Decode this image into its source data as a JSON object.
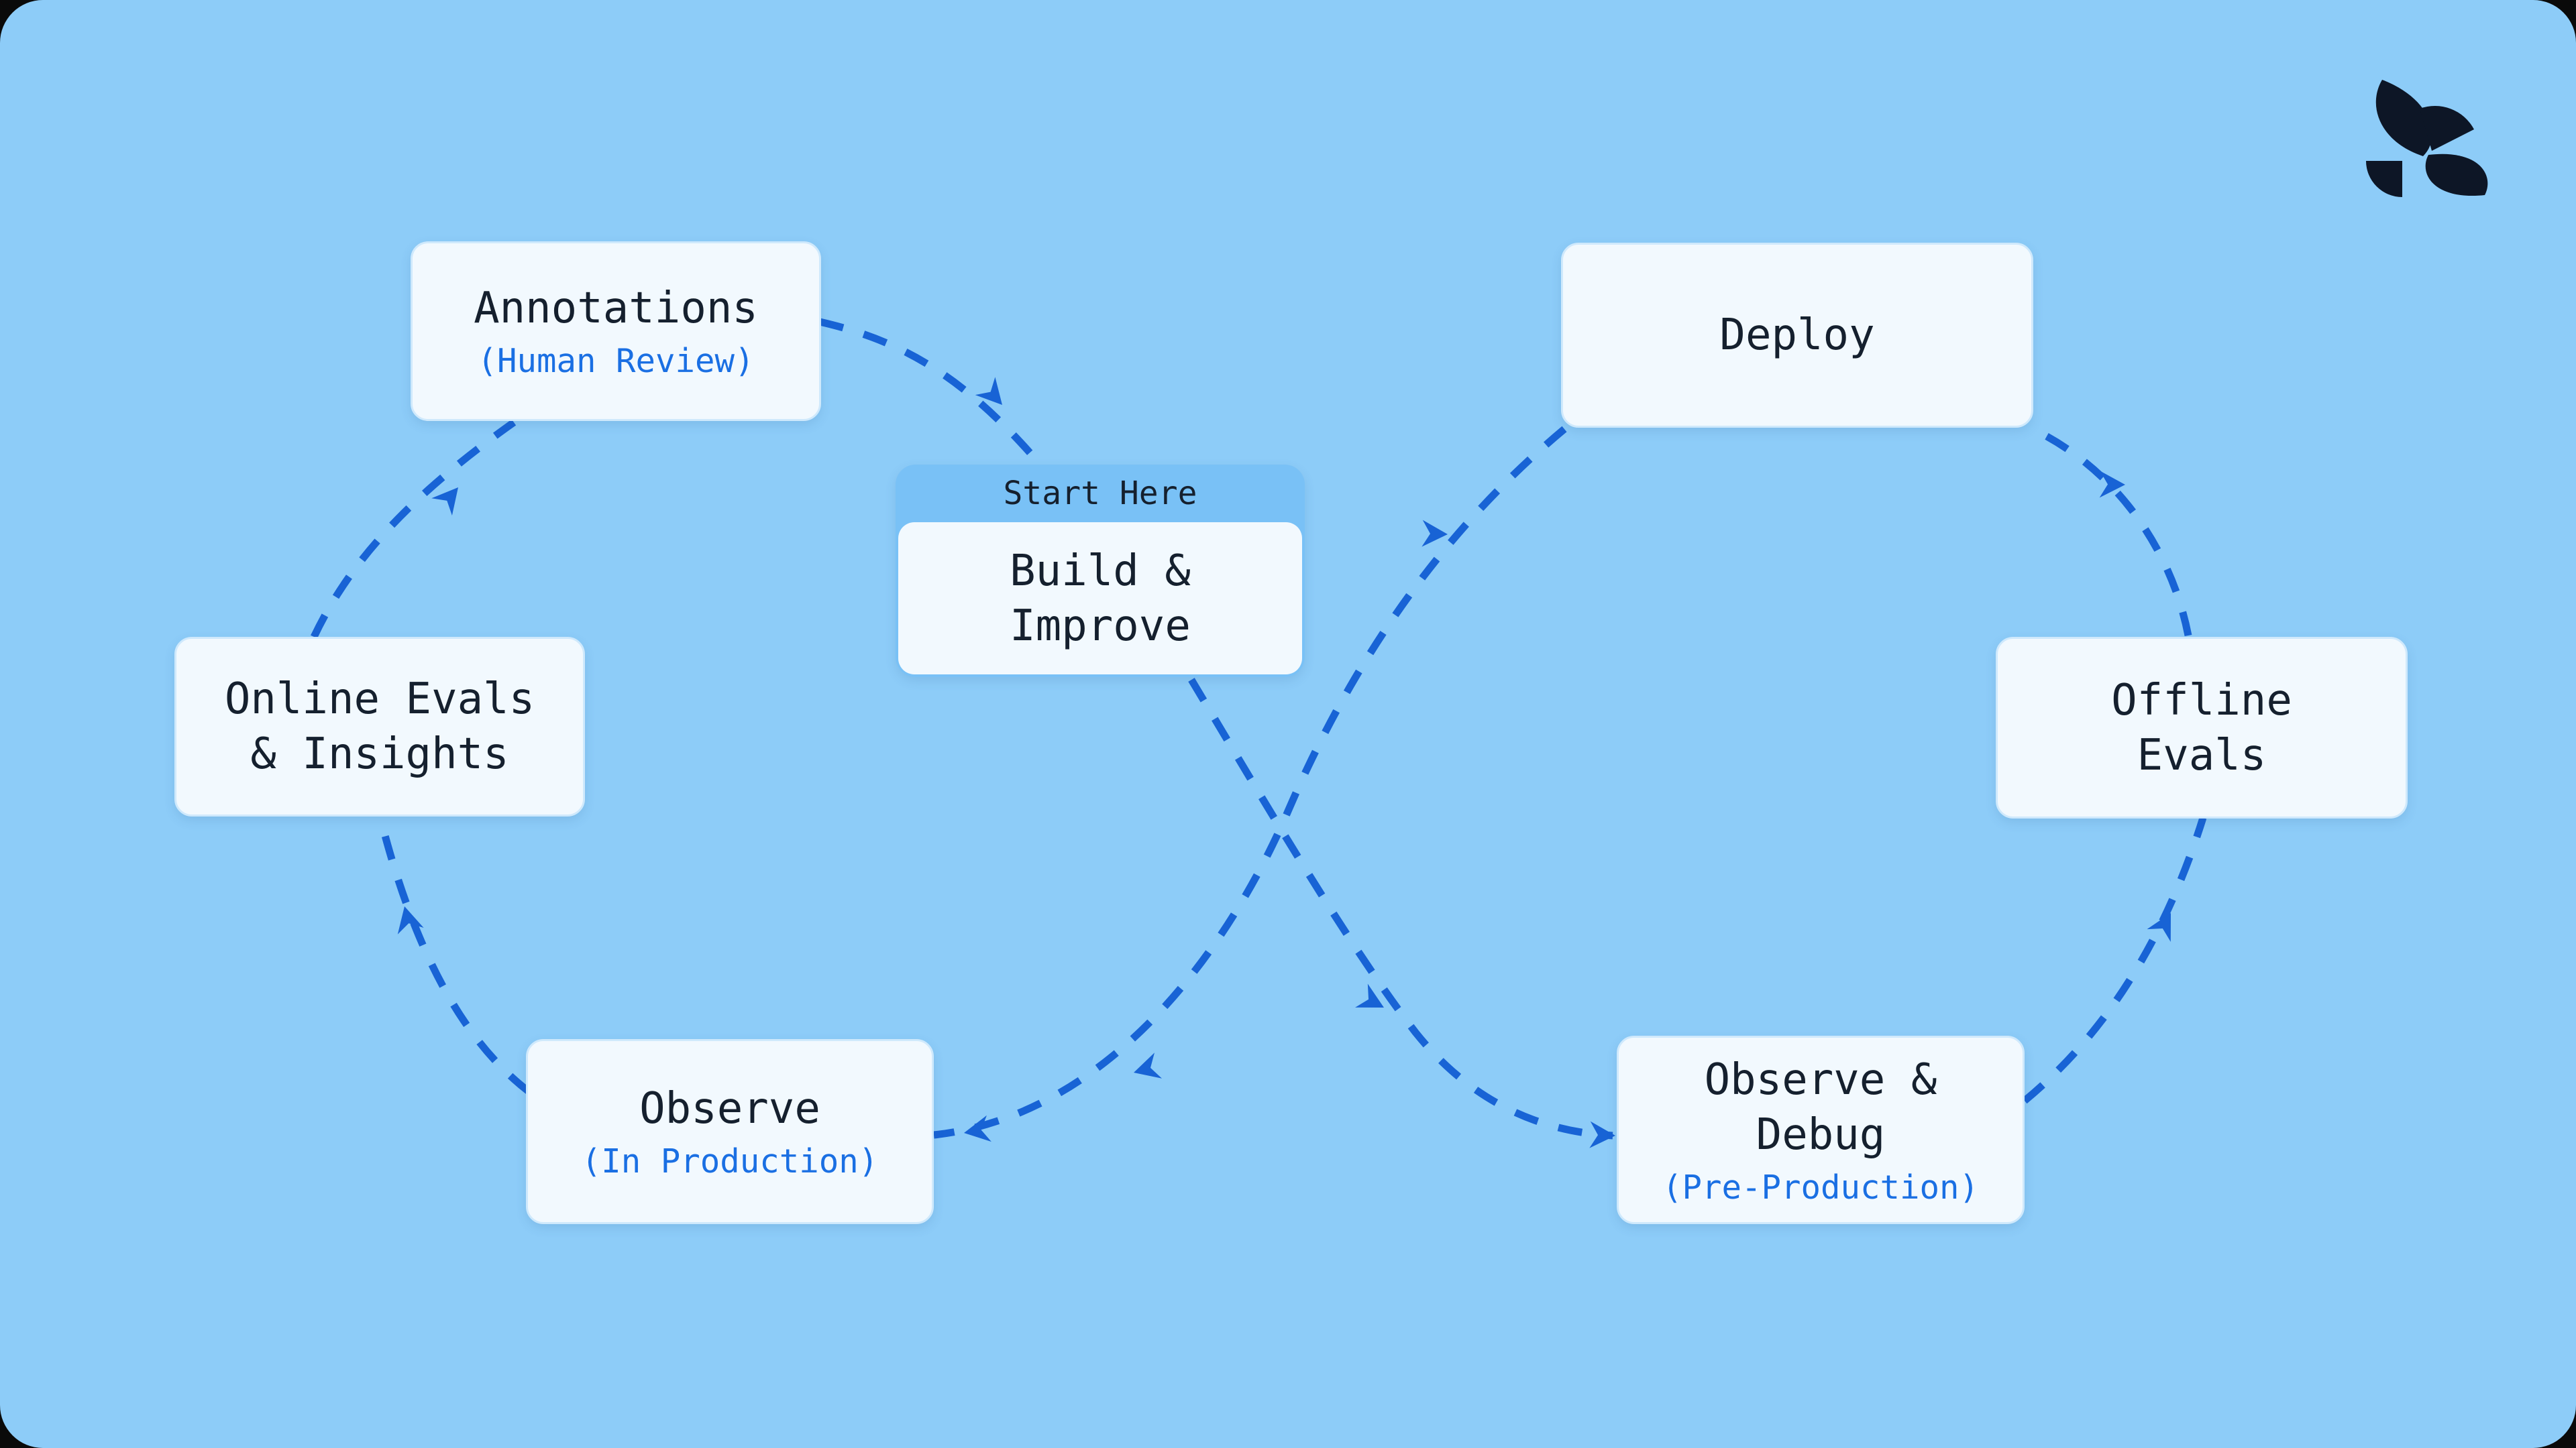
{
  "meta": {
    "description": "Figure-eight LLM evaluation lifecycle flow diagram on light blue canvas",
    "start_label": "Start Here"
  },
  "colors": {
    "bg": "#8dccf8",
    "accent": "#1863d5",
    "accent-light": "#1a6fe3",
    "ink": "#15202e",
    "box-fill": "#f2f9fe",
    "box-border": "#cfe9fc",
    "header-fill": "#79c1f6",
    "logo": "#0d1626"
  },
  "nodes": {
    "annotations": {
      "title_lines": [
        "Annotations"
      ],
      "subtitle": "(Human Review)"
    },
    "deploy": {
      "title_lines": [
        "Deploy"
      ]
    },
    "build_improve": {
      "badge": "Start Here",
      "title_lines": [
        "Build &",
        "Improve"
      ]
    },
    "online_evals": {
      "title_lines": [
        "Online Evals",
        "& Insights"
      ]
    },
    "offline_evals": {
      "title_lines": [
        "Offline",
        "Evals"
      ]
    },
    "observe_production": {
      "title_lines": [
        "Observe"
      ],
      "subtitle": "(In Production)"
    },
    "observe_debug": {
      "title_lines": [
        "Observe &",
        "Debug"
      ],
      "subtitle": "(Pre-Production)"
    }
  },
  "edges": [
    {
      "from": "online_evals",
      "to": "annotations"
    },
    {
      "from": "annotations",
      "to": "build_improve"
    },
    {
      "from": "build_improve",
      "to": "observe_debug"
    },
    {
      "from": "observe_debug",
      "to": "offline_evals"
    },
    {
      "from": "offline_evals",
      "to": "deploy"
    },
    {
      "from": "deploy",
      "to": "observe_production"
    },
    {
      "from": "observe_production",
      "to": "online_evals"
    }
  ],
  "logo": {
    "name": "four-petal-mark"
  }
}
